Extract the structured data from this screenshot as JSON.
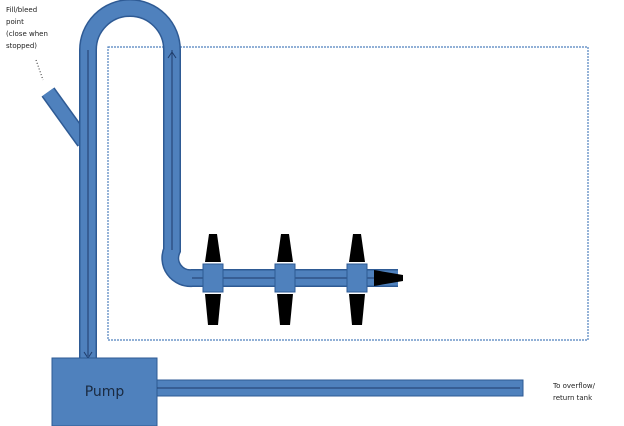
{
  "pump": {
    "label": "Pump"
  },
  "inlet_note": {
    "lines": [
      "Fill/bleed",
      "point",
      "(close when",
      "stopped)"
    ]
  },
  "outlet_note": {
    "lines": [
      "To overflow/",
      "return tank"
    ]
  },
  "colors": {
    "pipe": "#4f81bd",
    "pipe_edge": "#2e5a94",
    "nozzle": "#000000",
    "tank": "#4f81bd"
  }
}
